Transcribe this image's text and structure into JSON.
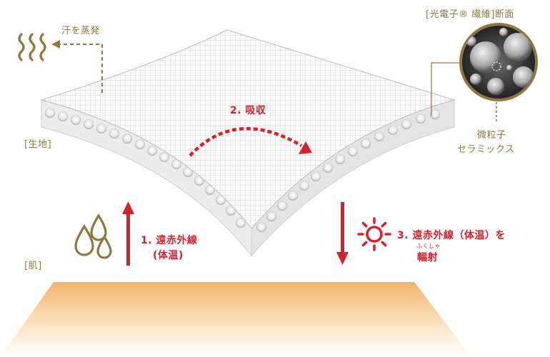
{
  "labels": {
    "evaporate": "汗を蒸発",
    "fabric": "[生地]",
    "skin": "[肌]",
    "fiber_section": "[光電子® 繊維]断面",
    "particle_line1": "微粒子",
    "particle_line2": "セラミックス",
    "absorb": "2. 吸収",
    "step1_line1": "1. 遠赤外線",
    "step1_line2": "(体温)",
    "step3_line1": "3. 遠赤外線（体温）を",
    "step3_ruby": "ふくしゃ",
    "step3_line2": "輻射"
  },
  "icons": {
    "steam": "steam-icon",
    "drops": "sweat-drops-icon",
    "sun": "radiation-sun-icon",
    "up_arrow": "arrow-up-icon",
    "down_arrow": "arrow-down-icon",
    "curve_arrow": "curved-arrow-icon"
  },
  "colors": {
    "olive": "#8a7a42",
    "red": "#d6202e",
    "skin_gradient_top": "#f2b46e",
    "fabric": "#f5f5f5"
  }
}
